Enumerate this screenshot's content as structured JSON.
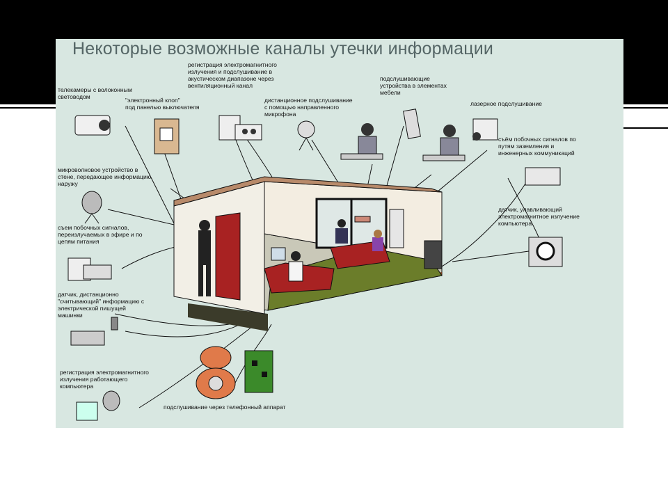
{
  "title": "Некоторые возможные каналы утечки информации",
  "labels": {
    "cameras": [
      "телекамеры с волоконным",
      "световодом"
    ],
    "bug": [
      "\"электронный клоп\"",
      "под панелью выключателя"
    ],
    "emr_ac": [
      "регистрация электромагнитного",
      "излучения и подслушивание в",
      "акустическом диапазоне через",
      "вентиляционный канал"
    ],
    "directional_mic": [
      "дистанционное подслушивание",
      "с помощью направленного",
      "микрофона"
    ],
    "furniture": [
      "подслушивающие",
      "устройства в элементах",
      "мебели"
    ],
    "laser": [
      "лазерное подслушивание"
    ],
    "grounding": [
      "съём побочных сигналов по",
      "путям заземления и",
      "инженерных коммуникаций"
    ],
    "microwave": [
      "микроволновое устройство в",
      "стене, передающее информацию",
      "наружу"
    ],
    "sensor_em": [
      "датчик, улавливающий",
      "электромагнитное излучение",
      "компьютера"
    ],
    "side_signals": [
      "съем побочных сигналов,",
      "переизлучаемых в эфире и по",
      "цепям питания"
    ],
    "typewriter": [
      "датчик, дистанционно",
      "\"считывающий\" информацию с",
      "электрической пишущей",
      "машинки"
    ],
    "emr_pc": [
      "регистрация электромагнитного",
      "излучения работающего",
      "компьютера"
    ],
    "phone": [
      "подслушивание через телефонный аппарат"
    ]
  }
}
